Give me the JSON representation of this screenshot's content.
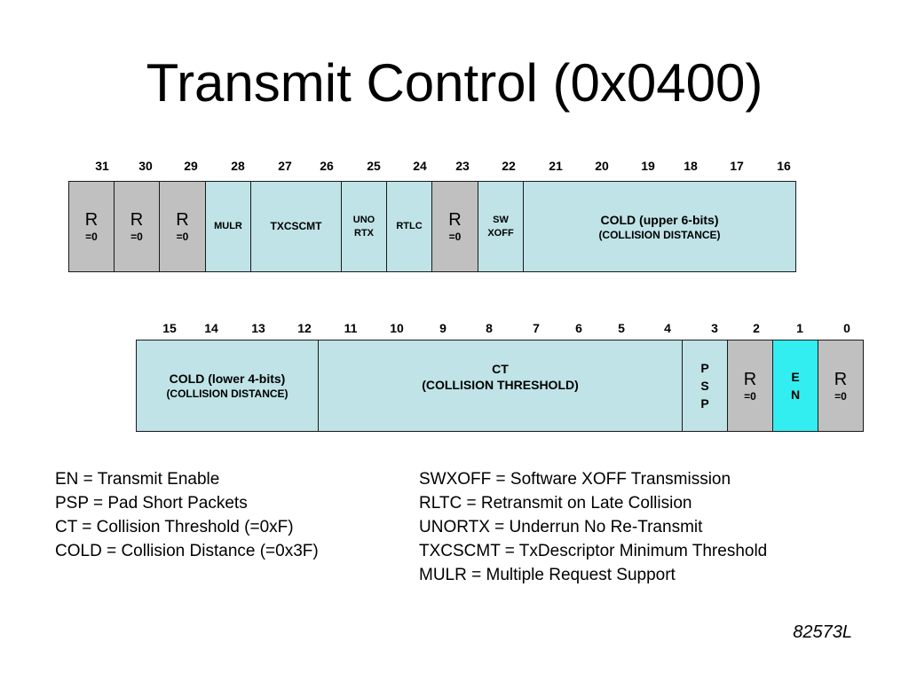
{
  "title": "Transmit Control (0x0400)",
  "upper_register": {
    "bit_numbers": [
      "31",
      "30",
      "29",
      "28",
      "27",
      "26",
      "25",
      "24",
      "23",
      "22",
      "21",
      "20",
      "19",
      "18",
      "17",
      "16"
    ],
    "fields": {
      "r31": {
        "name": "R",
        "value": "=0"
      },
      "r30": {
        "name": "R",
        "value": "=0"
      },
      "r29": {
        "name": "R",
        "value": "=0"
      },
      "mulr": {
        "name": "MULR"
      },
      "txcscmt": {
        "name": "TXCSCMT"
      },
      "unortx": {
        "line1": "UNO",
        "line2": "RTX"
      },
      "rltc": {
        "name": "RTLC"
      },
      "r23": {
        "name": "R",
        "value": "=0"
      },
      "swxoff": {
        "line1": "SW",
        "line2": "XOFF"
      },
      "cold_upper": {
        "name": "COLD (upper 6-bits)",
        "desc": "(COLLISION DISTANCE)"
      }
    }
  },
  "lower_register": {
    "bit_numbers": [
      "15",
      "14",
      "13",
      "12",
      "11",
      "10",
      "9",
      "8",
      "7",
      "6",
      "5",
      "4",
      "3",
      "2",
      "1",
      "0"
    ],
    "fields": {
      "cold_lower": {
        "name": "COLD (lower 4-bits)",
        "desc": "(COLLISION DISTANCE)"
      },
      "ct": {
        "name": "CT",
        "desc": "(COLLISION THRESHOLD)"
      },
      "psp": {
        "l1": "P",
        "l2": "S",
        "l3": "P"
      },
      "r2": {
        "name": "R",
        "value": "=0"
      },
      "en": {
        "l1": "E",
        "l2": "N"
      },
      "r0": {
        "name": "R",
        "value": "=0"
      }
    }
  },
  "legend": {
    "left": [
      "EN = Transmit Enable",
      "PSP = Pad Short Packets",
      "CT = Collision Threshold (=0xF)",
      "COLD = Collision Distance (=0x3F)"
    ],
    "right": [
      "SWXOFF = Software XOFF Transmission",
      "RLTC = Retransmit on Late Collision",
      "UNORTX = Underrun No Re-Transmit",
      "TXCSCMT = TxDescriptor Minimum Threshold",
      "MULR = Multiple Request Support"
    ]
  },
  "footer": "82573L",
  "colors": {
    "reserved": "#c0c0c0",
    "field": "#bfe3e6",
    "enable": "#33eef0"
  }
}
